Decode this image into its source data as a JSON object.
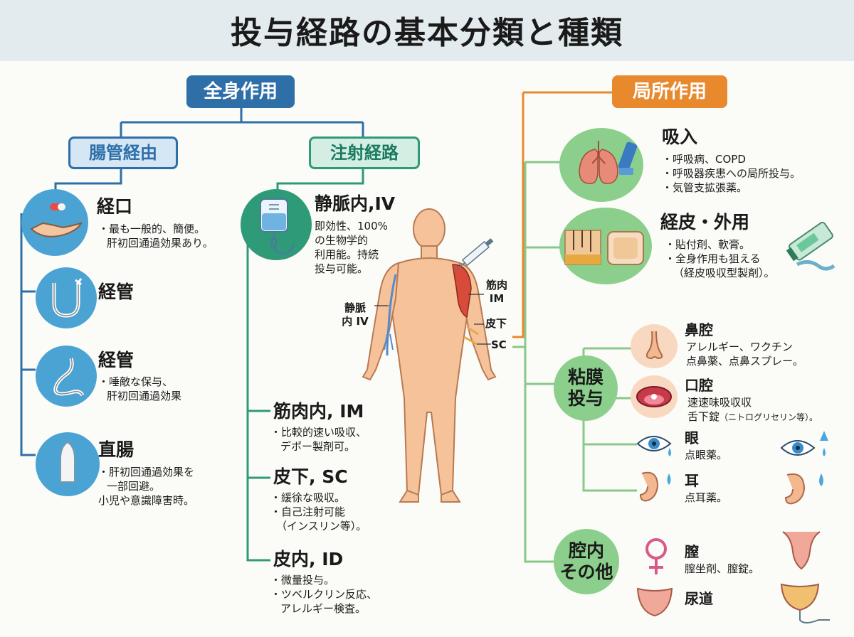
{
  "title": "投与経路の基本分類と種類",
  "systemic": {
    "header": "全身作用",
    "enteral": {
      "header": "腸管経由",
      "oral": {
        "name": "経口",
        "lines": [
          "・最も一般的、簡便。",
          "肝初回通過効果あり。"
        ]
      },
      "tube1": {
        "name": "経管"
      },
      "tube2": {
        "name": "経管",
        "lines": [
          "・唾敵な保与、",
          "肝初回通過効果"
        ]
      },
      "rectal": {
        "name": "直腸",
        "lines": [
          "・肝初回通過効果を",
          "一部回避。",
          "小児や意識障害時。"
        ]
      }
    },
    "injection": {
      "header": "注射経路",
      "iv": {
        "name": "静脈内,IV",
        "lines": [
          "即効性、100%",
          "の生物学的",
          "利用能。持続",
          "投与可能。"
        ]
      },
      "im": {
        "name": "筋肉内, IM",
        "lines": [
          "・比較的速い吸収、",
          "デポー製剤可。"
        ]
      },
      "sc": {
        "name": "皮下, SC",
        "lines": [
          "・緩徐な吸収。",
          "・自己注射可能",
          "（インスリン等）。"
        ]
      },
      "id": {
        "name": "皮内, ID",
        "lines": [
          "・微量投与。",
          "・ツベルクリン反応、",
          "アレルギー検査。"
        ]
      },
      "body_labels": {
        "iv1": "静脈",
        "iv2": "内 IV",
        "im1": "筋肉",
        "im2": "IM",
        "sc_skin": "皮下",
        "sc": "SC"
      }
    }
  },
  "local": {
    "header": "局所作用",
    "inhalation": {
      "name": "吸入",
      "lines": [
        "・呼吸病、COPD",
        "・呼吸器疾患への局所投与。",
        "・気管支拡張薬。"
      ]
    },
    "transdermal": {
      "name": "経皮・外用",
      "lines": [
        "・貼付剤、軟膏。",
        "・全身作用も狙える",
        "（経皮吸収型製剤）。"
      ]
    },
    "mucosal": {
      "name_line1": "粘膜",
      "name_line2": "投与",
      "nasal": {
        "name": "鼻腔",
        "lines": [
          "アレルギー、ワクチン",
          "点鼻薬、点鼻スプレー。"
        ]
      },
      "oral_cavity": {
        "name": "口腔",
        "line1": "速速味吸収収",
        "line2_main": "舌下錠",
        "line2_small": "（ニトログリセリン等）。"
      },
      "eye": {
        "name": "眼",
        "lines": [
          "点眼薬。"
        ]
      },
      "ear": {
        "name": "耳",
        "lines": [
          "点耳薬。"
        ]
      }
    },
    "cavity": {
      "name_line1": "腔内",
      "name_line2": "その他",
      "vaginal": {
        "name": "膣",
        "lines": [
          "膣坐剤、膣錠。"
        ]
      },
      "urethral": {
        "name": "尿道"
      }
    }
  },
  "colors": {
    "blue": "#2e6fa8",
    "green": "#2e9a78",
    "orange": "#e8892e",
    "lightgreen": "#88c888",
    "circle_blue": "#4ba3d4",
    "circle_green": "#8ccf8c"
  }
}
